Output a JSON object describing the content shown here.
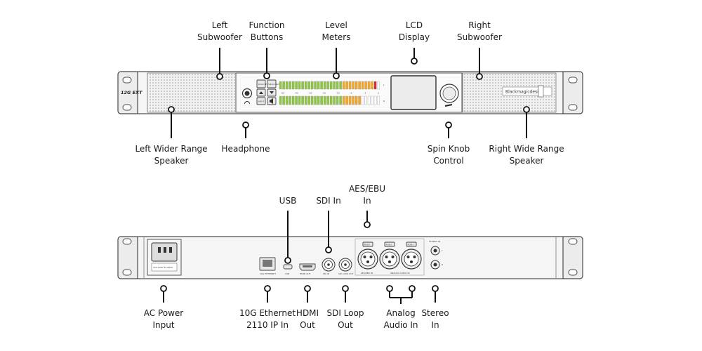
{
  "front_unit": {
    "logo": "12G EXT",
    "brand": "Blackmagicdesign",
    "function_keys": [
      "SOLO LEFT",
      "SOLO RIGHT",
      "INPUT",
      "MUTE"
    ],
    "meter_scale": [
      "-50",
      "-40",
      "-30",
      "-20",
      "-10",
      "-6",
      "-3",
      "0"
    ],
    "meter_channels": [
      "L",
      "R"
    ]
  },
  "rear_unit": {
    "ac_panel_text": "100-240V 50-60Hz",
    "port_labels": [
      "10G ETHERNET",
      "USB",
      "HDMI OUT",
      "SDI IN",
      "SDI LOOP OUT",
      "AES/EBU IN",
      "ANALOG AUDIO IN",
      "STEREO IN"
    ],
    "xlr_push": [
      "PUSH",
      "PUSH",
      "PUSH"
    ],
    "stereo_lr": [
      "L",
      "R"
    ]
  },
  "callouts": {
    "left_subwoofer": [
      "Left",
      "Subwoofer"
    ],
    "function_buttons": [
      "Function",
      "Buttons"
    ],
    "level_meters": [
      "Level",
      "Meters"
    ],
    "lcd_display": [
      "LCD",
      "Display"
    ],
    "right_subwoofer": [
      "Right",
      "Subwoofer"
    ],
    "left_wider_range_speaker": [
      "Left Wider Range",
      "Speaker"
    ],
    "headphone": [
      "Headphone"
    ],
    "spin_knob_control": [
      "Spin Knob",
      "Control"
    ],
    "right_wide_range_speaker": [
      "Right Wide Range",
      "Speaker"
    ],
    "usb": [
      "USB"
    ],
    "sdi_in": [
      "SDI In"
    ],
    "aes_ebu_in": [
      "AES/EBU",
      "In"
    ],
    "ac_power_input": [
      "AC Power",
      "Input"
    ],
    "ethernet": [
      "10G Ethernet",
      "2110 IP In"
    ],
    "hdmi_out": [
      "HDMI",
      "Out"
    ],
    "sdi_loop_out": [
      "SDI Loop",
      "Out"
    ],
    "analog_audio_in": [
      "Analog",
      "Audio In"
    ],
    "stereo_in": [
      "Stereo",
      "In"
    ]
  },
  "colors": {
    "meter_green": "#8dc63f",
    "meter_orange": "#f5a623",
    "meter_red": "#e0262b",
    "meter_off": "#ffffff"
  }
}
